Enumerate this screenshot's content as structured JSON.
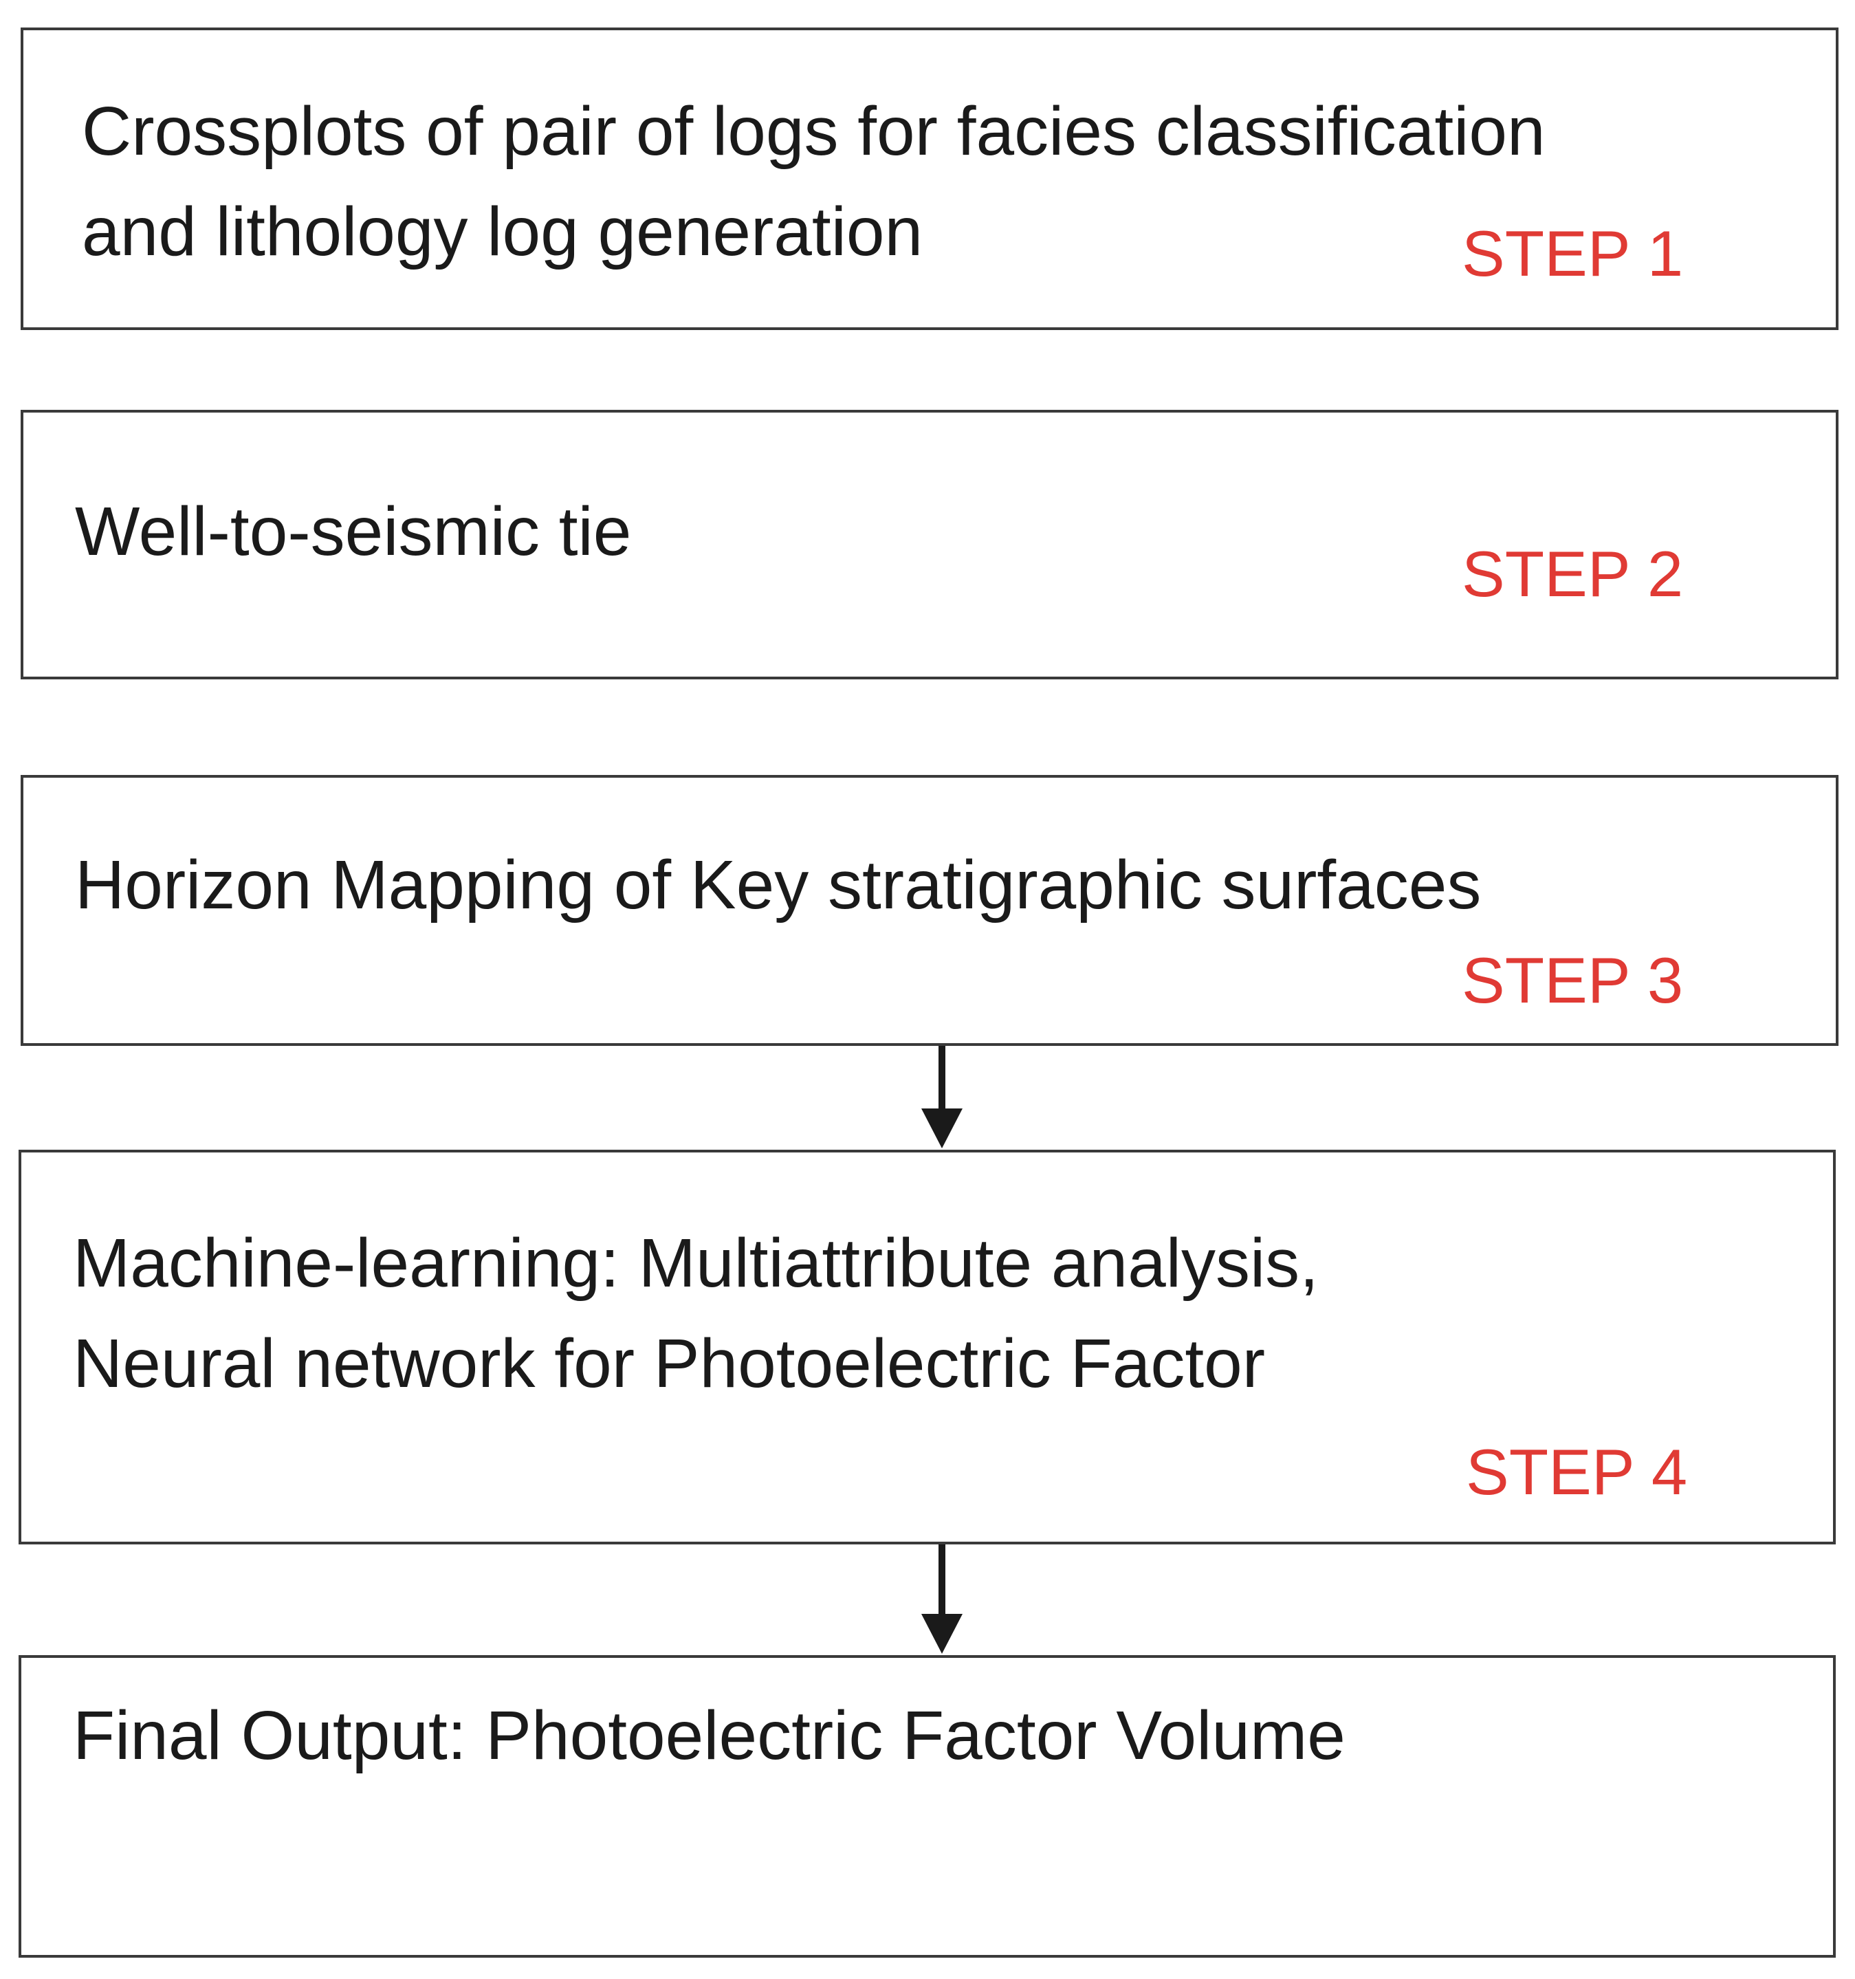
{
  "flowchart": {
    "boxes": [
      {
        "text_lines": [
          "Crossplots of pair of logs for  facies classification",
          "and lithology log generation"
        ],
        "step_label": "STEP 1"
      },
      {
        "text_lines": [
          "Well-to-seismic tie"
        ],
        "step_label": "STEP 2"
      },
      {
        "text_lines": [
          "Horizon Mapping of Key stratigraphic surfaces"
        ],
        "step_label": "STEP 3"
      },
      {
        "text_lines": [
          "Machine-learning: Multiattribute analysis,",
          "Neural network  for Photoelectric Factor"
        ],
        "step_label": "STEP 4"
      },
      {
        "text_lines": [
          "Final Output: Photoelectric Factor Volume"
        ]
      }
    ],
    "colors": {
      "step_label": "#e03a34",
      "text": "#1a1a1a",
      "border": "#3a3a3a",
      "arrow": "#1a1a1a"
    }
  }
}
